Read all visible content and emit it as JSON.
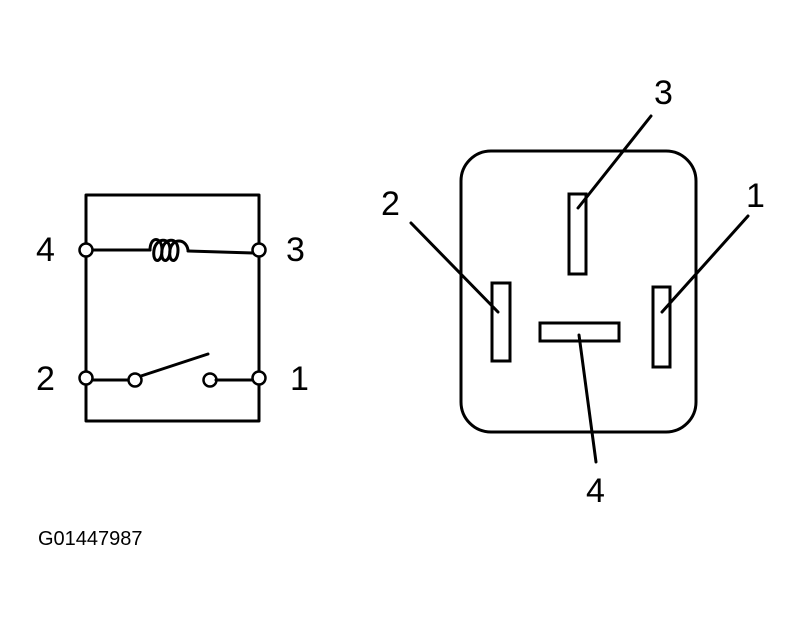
{
  "schematic": {
    "terminal_labels": {
      "t4": "4",
      "t3": "3",
      "t2": "2",
      "t1": "1"
    }
  },
  "connector": {
    "terminal_labels": {
      "t3": "3",
      "t2": "2",
      "t1": "1",
      "t4": "4"
    }
  },
  "figure_code": "G01447987"
}
